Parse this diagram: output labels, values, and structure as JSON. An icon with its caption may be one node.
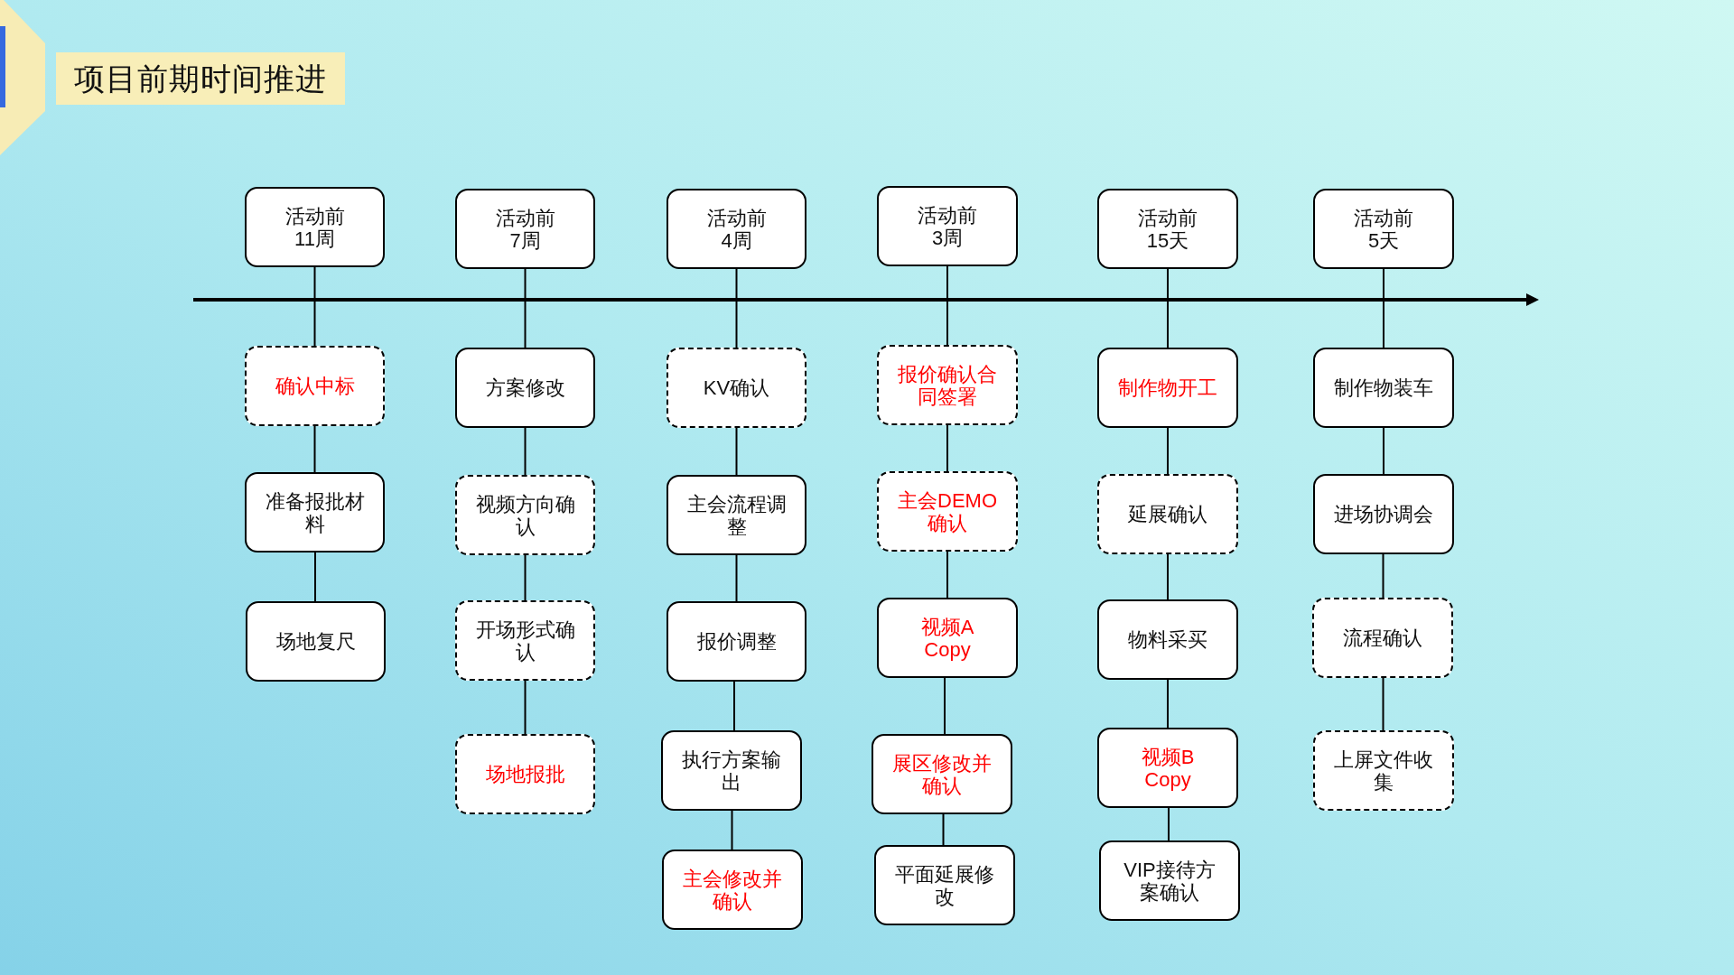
{
  "diagram": {
    "title": "项目前期时间推进",
    "nodes": [
      {
        "text": [
          "活动前11周"
        ]
      },
      {
        "text": [
          "确认中标"
        ]
      },
      {
        "text": [
          "准备报批材料"
        ]
      },
      {
        "text": [
          "场地复尺"
        ]
      },
      {
        "text": [
          "活动前7周"
        ]
      },
      {
        "text": [
          "方案修改"
        ]
      },
      {
        "text": [
          "视频方向确认"
        ]
      },
      {
        "text": [
          "开场形式确认"
        ]
      },
      {
        "text": [
          "场地报批"
        ]
      },
      {
        "text": [
          "活动前4周"
        ]
      },
      {
        "text": [
          "KV确认"
        ]
      },
      {
        "text": [
          "主会流程调整"
        ]
      },
      {
        "text": [
          "报价调整"
        ]
      },
      {
        "text": [
          "执行方案输出"
        ]
      },
      {
        "text": [
          "主会修改并确认"
        ]
      },
      {
        "text": [
          "活动前3周"
        ]
      },
      {
        "text": [
          "报价确认合同签署"
        ]
      },
      {
        "text": [
          "主会DEMO确认"
        ]
      },
      {
        "text": [
          "视频A Copy"
        ]
      },
      {
        "text": [
          "展区修改并确认"
        ]
      },
      {
        "text": [
          "平面延展修改"
        ]
      },
      {
        "text": [
          "活动前15天"
        ]
      },
      {
        "text": [
          "制作物开工"
        ]
      },
      {
        "text": [
          "延展确认"
        ]
      },
      {
        "text": [
          "物料采买"
        ]
      },
      {
        "text": [
          "视频B Copy"
        ]
      },
      {
        "text": [
          "VIP接待方案确认"
        ]
      },
      {
        "text": [
          "活动前5天"
        ]
      },
      {
        "text": [
          "制作物装车"
        ]
      },
      {
        "text": [
          "进场协调会"
        ]
      },
      {
        "text": [
          "流程确认"
        ]
      },
      {
        "text": [
          "上屏文件收集"
        ]
      }
    ],
    "edges": [
      {
        "from": 0,
        "to": 1,
        "arrow": "none"
      },
      {
        "from": 1,
        "to": 2,
        "arrow": "none"
      },
      {
        "from": 2,
        "to": 3,
        "arrow": "none"
      },
      {
        "from": 4,
        "to": 5,
        "arrow": "none"
      },
      {
        "from": 5,
        "to": 6,
        "arrow": "none"
      },
      {
        "from": 6,
        "to": 7,
        "arrow": "none"
      },
      {
        "from": 7,
        "to": 8,
        "arrow": "none"
      },
      {
        "from": 9,
        "to": 10,
        "arrow": "none"
      },
      {
        "from": 10,
        "to": 11,
        "arrow": "none"
      },
      {
        "from": 11,
        "to": 12,
        "arrow": "none"
      },
      {
        "from": 12,
        "to": 13,
        "arrow": "none"
      },
      {
        "from": 13,
        "to": 14,
        "arrow": "none"
      },
      {
        "from": 15,
        "to": 16,
        "arrow": "none"
      },
      {
        "from": 16,
        "to": 17,
        "arrow": "none"
      },
      {
        "from": 17,
        "to": 18,
        "arrow": "none"
      },
      {
        "from": 18,
        "to": 19,
        "arrow": "none"
      },
      {
        "from": 19,
        "to": 20,
        "arrow": "none"
      },
      {
        "from": 21,
        "to": 22,
        "arrow": "none"
      },
      {
        "from": 22,
        "to": 23,
        "arrow": "none"
      },
      {
        "from": 23,
        "to": 24,
        "arrow": "none"
      },
      {
        "from": 24,
        "to": 25,
        "arrow": "none"
      },
      {
        "from": 25,
        "to": 26,
        "arrow": "none"
      },
      {
        "from": 27,
        "to": 28,
        "arrow": "none"
      },
      {
        "from": 28,
        "to": 29,
        "arrow": "none"
      },
      {
        "from": 29,
        "to": 30,
        "arrow": "none"
      },
      {
        "from": 30,
        "to": 31,
        "arrow": "none"
      }
    ]
  }
}
